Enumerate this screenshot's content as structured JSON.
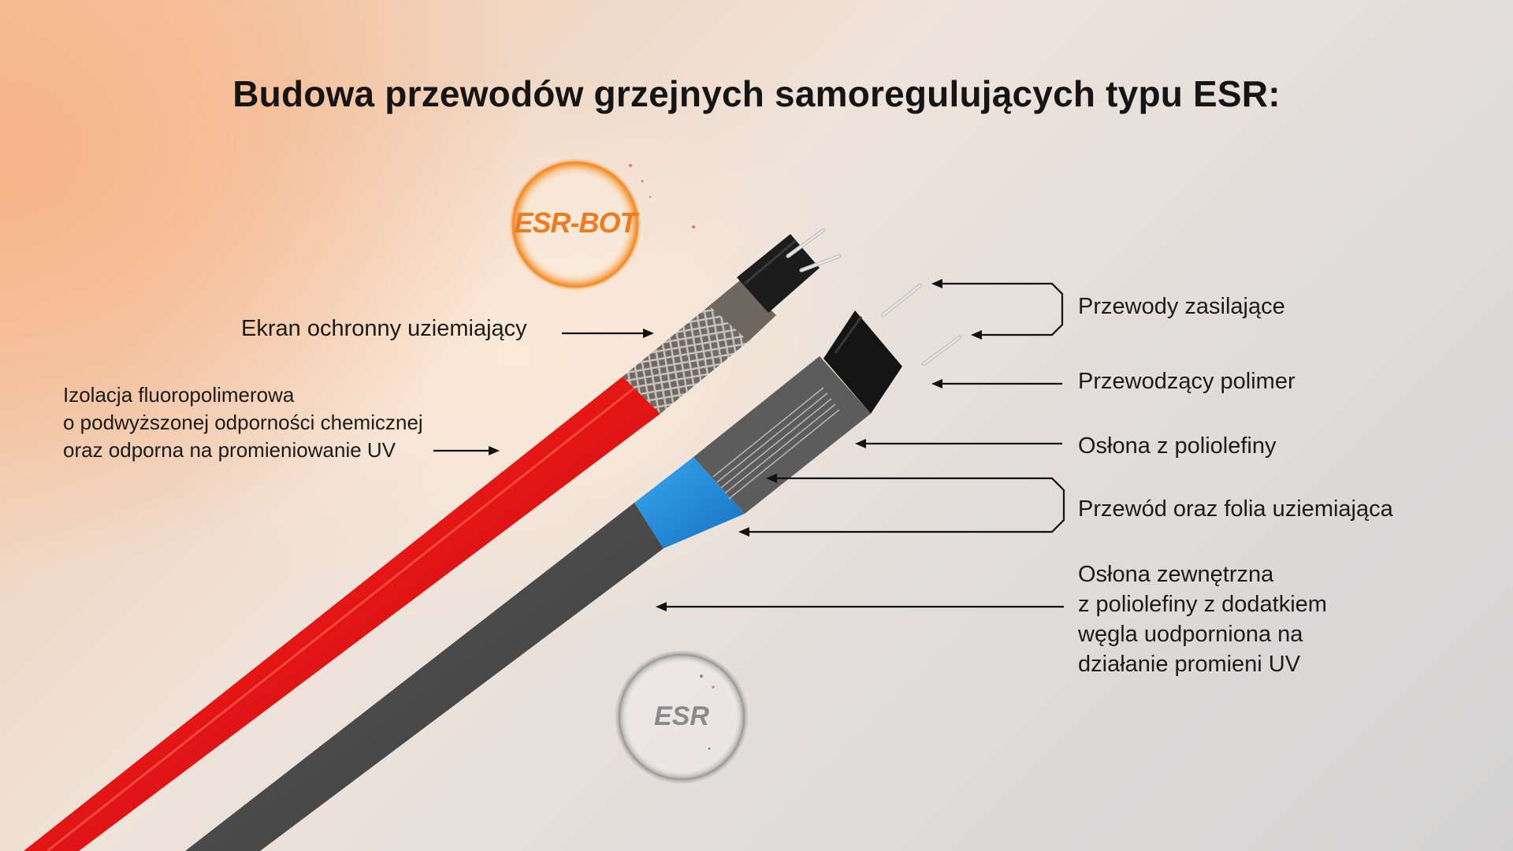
{
  "title": "Budowa przewodów grzejnych samoregulujących typu ESR:",
  "badges": {
    "esr_bot": "ESR-BOT",
    "esr": "ESR"
  },
  "labels_left": {
    "ekran": "Ekran ochronny uziemiający",
    "izolacja_line1": "Izolacja fluoropolimerowa",
    "izolacja_line2": "o podwyższonej odporności chemicznej",
    "izolacja_line3": "oraz odporna na promieniowanie UV"
  },
  "labels_right": {
    "przewody_zasilajace": "Przewody zasilające",
    "przewodzacy_polimer": "Przewodzący polimer",
    "oslona_poliolefiny": "Osłona z poliolefiny",
    "przewod_folia": "Przewód oraz folia uziemiająca",
    "oslona_zewn_line1": "Osłona zewnętrzna",
    "oslona_zewn_line2": "z poliolefiny z dodatkiem",
    "oslona_zewn_line3": "węgla uodporniona na",
    "oslona_zewn_line4": "działanie promieni UV"
  },
  "colors": {
    "red_cable": "#e81d1d",
    "grey_cable": "#4a4a4a",
    "blue_foil": "#1f8fe0",
    "badge_orange": "#f07a1e",
    "badge_grey": "#8a8a8a"
  }
}
